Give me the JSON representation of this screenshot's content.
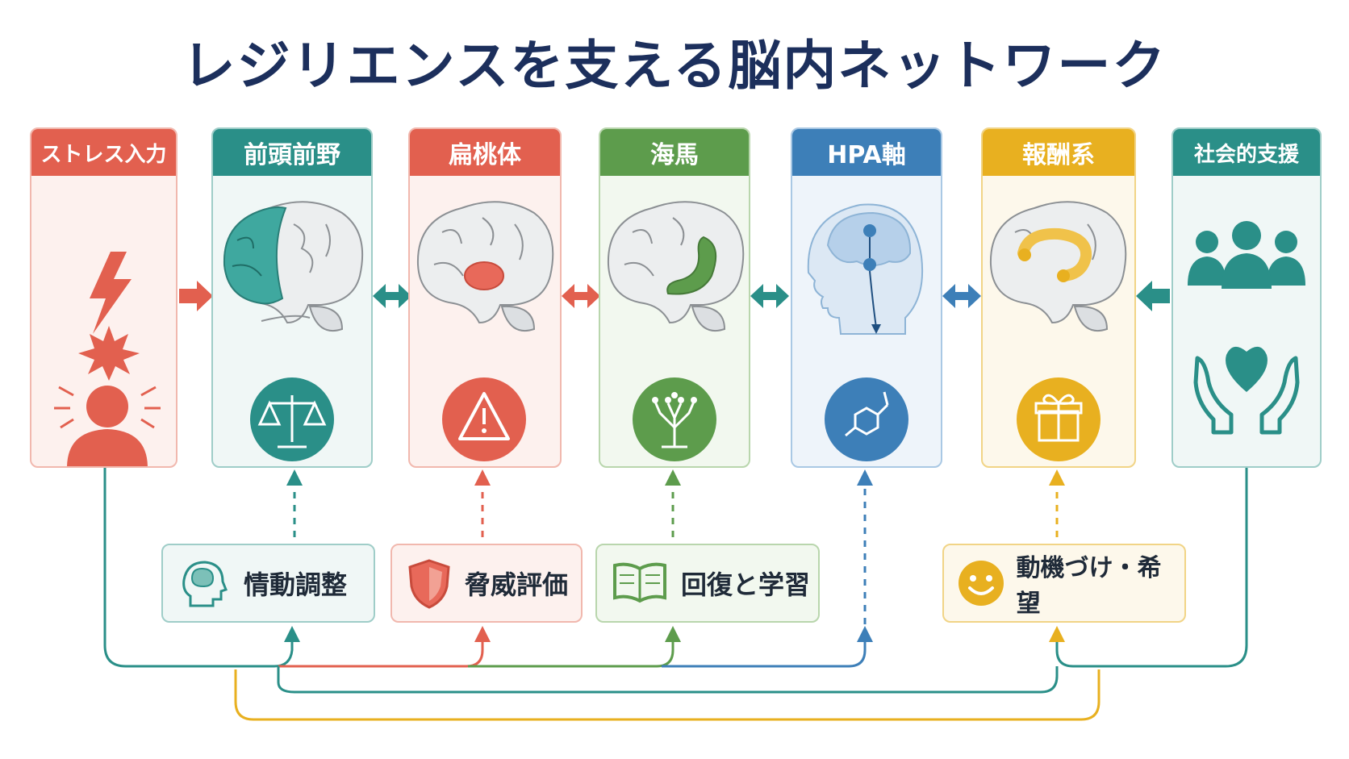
{
  "title": "レジリエンスを支える脳内ネットワーク",
  "panels": [
    {
      "header": "ストレス入力",
      "color": "#e2604f",
      "bg": "#fdf1ee",
      "icons": [
        "lightning-icon",
        "burst-icon",
        "stressed-person-icon"
      ]
    },
    {
      "header": "前頭前野",
      "color": "#2a8f88",
      "bg": "#f0f7f6",
      "icons": [
        "brain-prefrontal-icon",
        "scales-icon"
      ]
    },
    {
      "header": "扁桃体",
      "color": "#e2604f",
      "bg": "#fdf1ee",
      "icons": [
        "brain-amygdala-icon",
        "warning-icon"
      ]
    },
    {
      "header": "海馬",
      "color": "#5d9c4c",
      "bg": "#f2f8ef",
      "icons": [
        "brain-hippocampus-icon",
        "tree-icon"
      ]
    },
    {
      "header": "HPA軸",
      "color": "#3d7fb8",
      "bg": "#eef4fa",
      "icons": [
        "head-profile-icon",
        "molecule-icon"
      ]
    },
    {
      "header": "報酬系",
      "color": "#e8b020",
      "bg": "#fdf8eb",
      "icons": [
        "brain-reward-icon",
        "gift-icon"
      ]
    },
    {
      "header": "社会的支援",
      "color": "#2a8f88",
      "bg": "#f0f7f6",
      "icons": [
        "group-people-icon",
        "heart-hands-icon"
      ]
    }
  ],
  "labels": [
    {
      "text": "情動調整",
      "icon": "head-brain-icon",
      "color": "#2a8f88",
      "bg": "#f0f7f6"
    },
    {
      "text": "脅威評価",
      "icon": "shield-icon",
      "color": "#e2604f",
      "bg": "#fdf1ee"
    },
    {
      "text": "回復と学習",
      "icon": "book-icon",
      "color": "#5d9c4c",
      "bg": "#f2f8ef"
    },
    {
      "text": "動機づけ・希望",
      "icon": "smiley-icon",
      "color": "#e8b020",
      "bg": "#fdf8eb"
    }
  ]
}
